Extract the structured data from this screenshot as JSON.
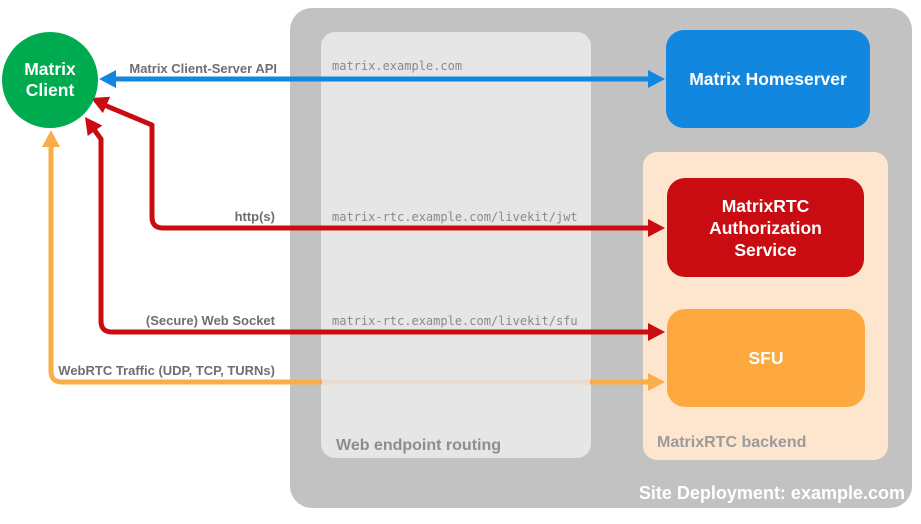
{
  "containers": {
    "site": {
      "label": "Site Deployment: example.com",
      "fill": "#c2c2c2",
      "label_color": "#ffffff"
    },
    "routing": {
      "label": "Web endpoint routing",
      "fill": "#e6e6e6",
      "label_color": "#8d8d8d"
    },
    "backend": {
      "label": "MatrixRTC backend",
      "fill": "#fde5ce",
      "label_color": "#9b9b9b"
    }
  },
  "nodes": {
    "client": {
      "lines": [
        "Matrix",
        "Client"
      ],
      "fill": "#00aa4f",
      "shape": "circle"
    },
    "homeserver": {
      "label": "Matrix Homeserver",
      "fill": "#1287df"
    },
    "auth": {
      "lines": [
        "MatrixRTC",
        "Authorization",
        "Service"
      ],
      "fill": "#c90c12"
    },
    "sfu": {
      "label": "SFU",
      "fill": "#fda940"
    }
  },
  "endpoints": {
    "homeserver": "matrix.example.com",
    "jwt": "matrix-rtc.example.com/livekit/jwt",
    "sfu": "matrix-rtc.example.com/livekit/sfu"
  },
  "arrows": {
    "csapi": {
      "label": "Matrix Client-Server API",
      "color": "#1287df",
      "bidirectional": true
    },
    "https": {
      "label": "http(s)",
      "color": "#c90c12"
    },
    "websocket": {
      "label": "(Secure) Web Socket",
      "color": "#c90c12"
    },
    "webrtc": {
      "label": "WebRTC Traffic (UDP, TCP, TURNs)",
      "color": "#fbad49",
      "muted_color": "#e9ddcf"
    }
  }
}
